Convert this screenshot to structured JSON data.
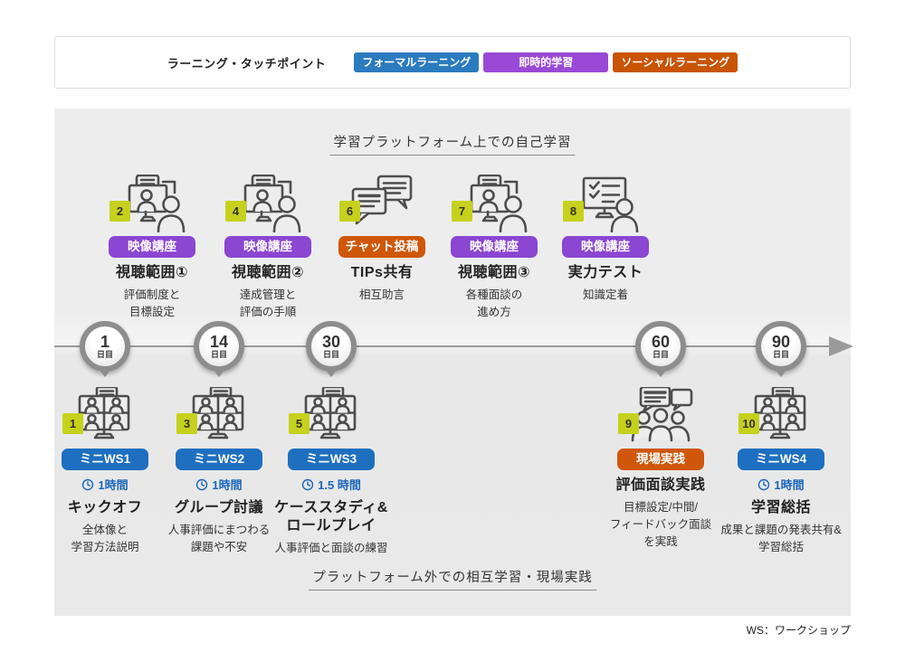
{
  "legend": {
    "title": "ラーニング・タッチポイント",
    "items": [
      {
        "label": "フォーマルラーニング",
        "color": "#2b7bbf"
      },
      {
        "label": "即時的学習",
        "color": "#9a49d6"
      },
      {
        "label": "ソーシャルラーニング",
        "color": "#c85404"
      }
    ]
  },
  "sections": {
    "top_label": "学習プラットフォーム上での自己学習",
    "bottom_label": "プラットフォーム外での相互学習・現場実践"
  },
  "timeline": {
    "points": [
      {
        "num": "1",
        "unit": "日目"
      },
      {
        "num": "14",
        "unit": "日目"
      },
      {
        "num": "30",
        "unit": "日目"
      },
      {
        "num": "60",
        "unit": "日目"
      },
      {
        "num": "90",
        "unit": "日目"
      }
    ]
  },
  "top_items": [
    {
      "num": "2",
      "badge": "映像講座",
      "badge_color": "#8b46d2",
      "icon": "video-lecture",
      "title": "視聴範囲①",
      "desc": "評価制度と\n目標設定"
    },
    {
      "num": "4",
      "badge": "映像講座",
      "badge_color": "#8b46d2",
      "icon": "video-lecture",
      "title": "視聴範囲②",
      "desc": "達成管理と\n評価の手順"
    },
    {
      "num": "6",
      "badge": "チャット投稿",
      "badge_color": "#cf570a",
      "icon": "chat-bubbles",
      "title": "TIPs共有",
      "desc": "相互助言"
    },
    {
      "num": "7",
      "badge": "映像講座",
      "badge_color": "#8b46d2",
      "icon": "video-lecture",
      "title": "視聴範囲③",
      "desc": "各種面談の\n進め方"
    },
    {
      "num": "8",
      "badge": "映像講座",
      "badge_color": "#8b46d2",
      "icon": "test-checklist",
      "title": "実力テスト",
      "desc": "知識定着"
    }
  ],
  "bottom_items": [
    {
      "num": "1",
      "badge": "ミニWS1",
      "badge_color": "#1e6fc0",
      "icon": "workshop-grid",
      "time": "1時間",
      "title": "キックオフ",
      "desc": "全体像と\n学習方法説明"
    },
    {
      "num": "3",
      "badge": "ミニWS2",
      "badge_color": "#1e6fc0",
      "icon": "workshop-grid",
      "time": "1時間",
      "title": "グループ討議",
      "desc": "人事評価にまつわる\n課題や不安"
    },
    {
      "num": "5",
      "badge": "ミニWS3",
      "badge_color": "#1e6fc0",
      "icon": "workshop-grid",
      "time": "1.5 時間",
      "title": "ケーススタディ&\nロールプレイ",
      "desc": "人事評価と面談の練習"
    },
    {
      "num": "9",
      "badge": "現場実践",
      "badge_color": "#cf570a",
      "icon": "field-practice",
      "time": "",
      "title": "評価面談実践",
      "desc": "目標設定/中間/\nフィードバック面談\nを実践"
    },
    {
      "num": "10",
      "badge": "ミニWS4",
      "badge_color": "#1e6fc0",
      "icon": "workshop-grid",
      "time": "1時間",
      "title": "学習総括",
      "desc": "成果と課題の発表共有&\n学習総括"
    }
  ],
  "footnote": "WS：ワークショップ",
  "colors": {
    "number_badge": "#c5d11c",
    "time_text": "#1a66b8",
    "panel_bg": "#ececec",
    "timeline_gray": "#8d8d8d"
  }
}
